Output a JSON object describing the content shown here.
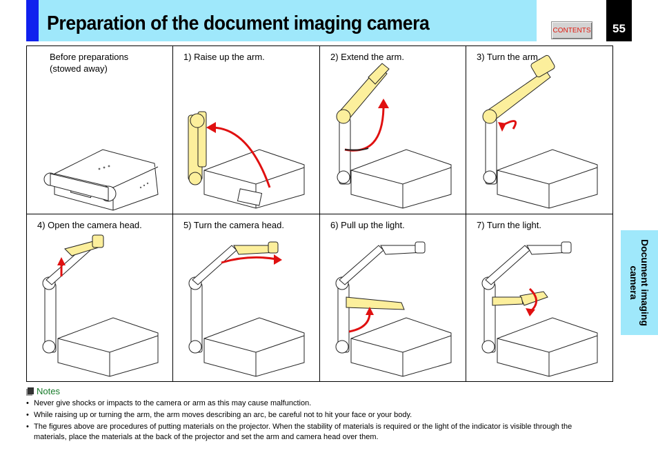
{
  "header": {
    "title": "Preparation of the document imaging camera",
    "contents_label": "CONTENTS",
    "page_number": "55"
  },
  "side_tab": {
    "label": "Document imaging camera"
  },
  "steps": [
    {
      "label": "Before preparations\n(stowed away)"
    },
    {
      "label": "1) Raise up the arm."
    },
    {
      "label": "2) Extend the arm."
    },
    {
      "label": "3) Turn the arm."
    },
    {
      "label": "4) Open the camera head."
    },
    {
      "label": "5) Turn the camera head."
    },
    {
      "label": "6) Pull up the light."
    },
    {
      "label": "7) Turn the light."
    }
  ],
  "notes": {
    "heading": "Notes",
    "items": [
      "Never give shocks or impacts to the camera or arm as this may cause malfunction.",
      "While raising up or turning the arm, the arm moves describing an arc, be careful not to hit your face or your body.",
      "The figures above are procedures of putting materials on the projector. When the stability of materials is required or the light of the indicator is visible through the materials, place the materials at the back of the projector and set the arm and camera head over them."
    ]
  },
  "colors": {
    "header_band": "#9fe8fb",
    "header_accent": "#1021ee",
    "highlight_part": "#fcef9c",
    "arrow": "#e01010",
    "notes_heading": "#157a28",
    "contents_text": "#e01a10"
  }
}
